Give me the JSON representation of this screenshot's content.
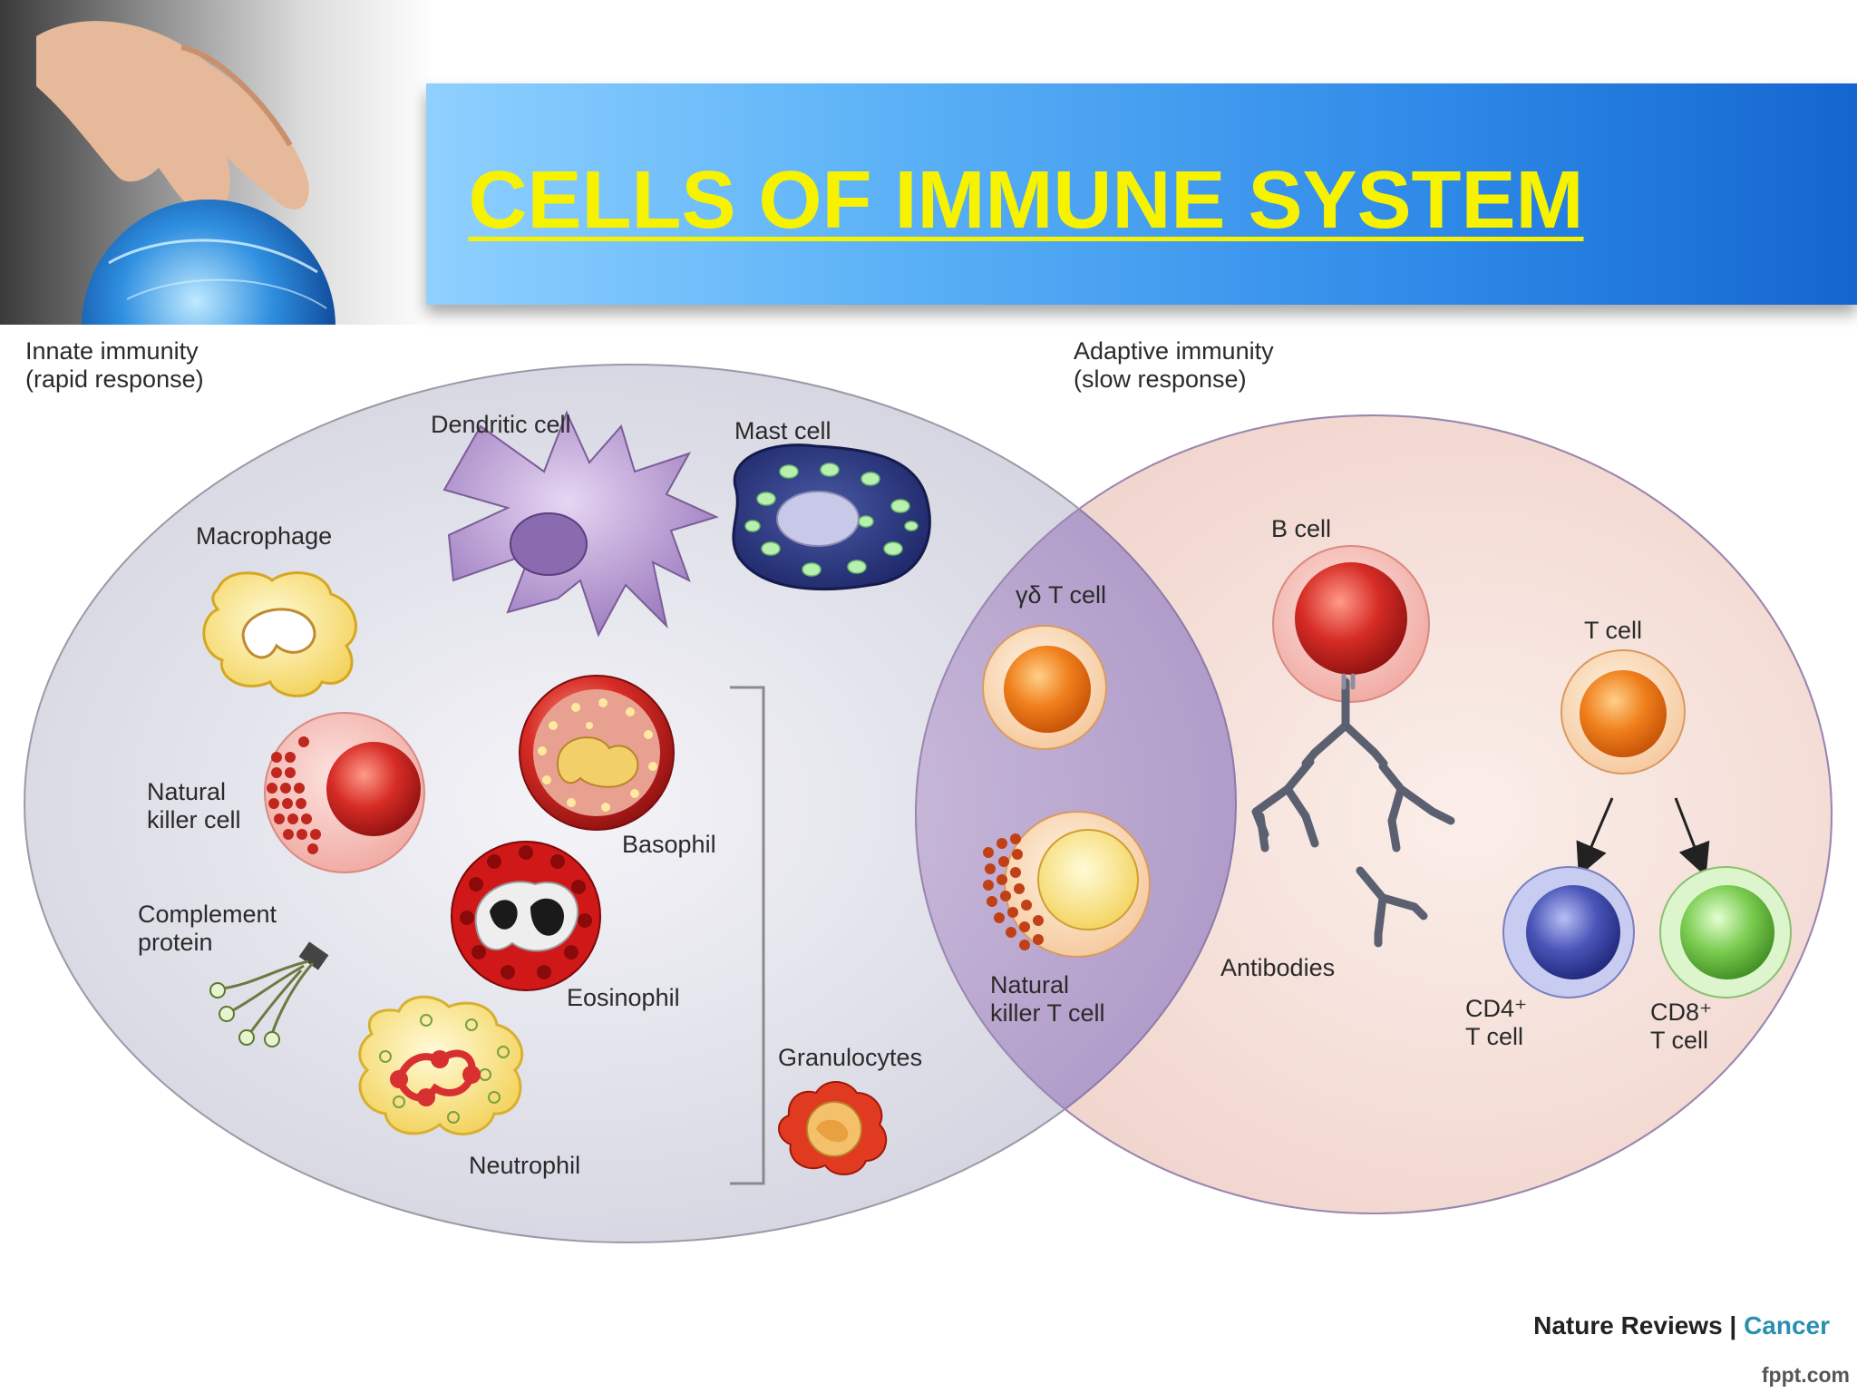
{
  "title": "CELLS OF IMMUNE SYSTEM",
  "groups": {
    "innate_line1": "Innate immunity",
    "innate_line2": "(rapid response)",
    "adaptive_line1": "Adaptive immunity",
    "adaptive_line2": "(slow response)"
  },
  "cells": {
    "dendritic": "Dendritic cell",
    "mast": "Mast cell",
    "macrophage": "Macrophage",
    "nk_line1": "Natural",
    "nk_line2": "killer cell",
    "basophil": "Basophil",
    "complement_line1": "Complement",
    "complement_line2": "protein",
    "eosinophil": "Eosinophil",
    "neutrophil": "Neutrophil",
    "granulocytes": "Granulocytes",
    "gd_t": "γδ T cell",
    "nkt_line1": "Natural",
    "nkt_line2": "killer T cell",
    "b_cell": "B cell",
    "antibodies": "Antibodies",
    "t_cell": "T cell",
    "cd4_line1": "CD4⁺",
    "cd4_line2": "T cell",
    "cd8_line1": "CD8⁺",
    "cd8_line2": "T cell"
  },
  "credit": {
    "journal": "Nature Reviews",
    "separator": " | ",
    "section": "Cancer"
  },
  "footer": "fppt.com",
  "colors": {
    "title": "#f7f300",
    "innate_fill": "#dcdce8",
    "adaptive_fill": "#f4dcd6",
    "overlap_fill": "#b7a3cc"
  }
}
